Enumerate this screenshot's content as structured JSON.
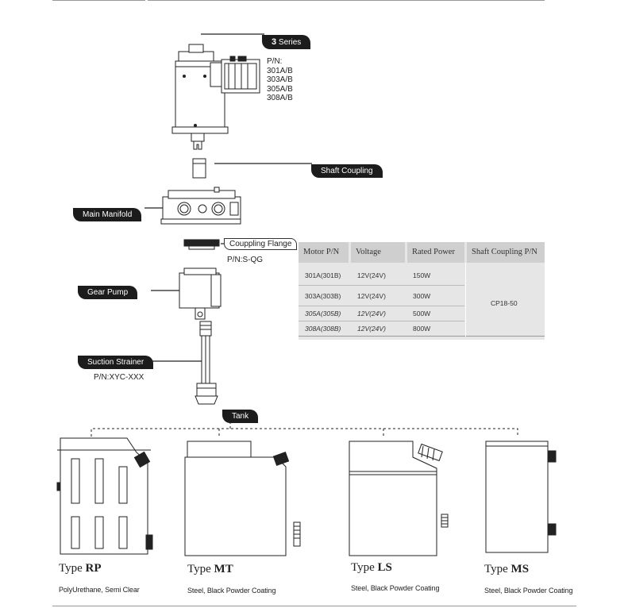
{
  "motor": {
    "series_label": "3",
    "series_suffix": "Series",
    "pn_heading": "P/N:",
    "pn_list": [
      "301A/B",
      "303A/B",
      "305A/B",
      "308A/B"
    ]
  },
  "callouts": {
    "shaft_coupling": "Shaft Coupling",
    "main_manifold": "Main Manifold",
    "coupling_flange": "Couppling Flange",
    "coupling_flange_pn": "P/N:S-QG",
    "gear_pump": "Gear Pump",
    "suction_strainer": "Suction Strainer",
    "suction_strainer_pn": "P/N:XYC-XXX",
    "tank": "Tank"
  },
  "spec_table": {
    "headers": [
      "Motor P/N",
      "Voltage",
      "Rated Power",
      "Shaft Coupling P/N"
    ],
    "rows": [
      {
        "motor": "301A(301B)",
        "voltage": "12V(24V)",
        "power": "150W",
        "italic": false
      },
      {
        "motor": "303A(303B)",
        "voltage": "12V(24V)",
        "power": "300W",
        "italic": false
      },
      {
        "motor": "305A(305B)",
        "voltage": "12V(24V)",
        "power": "500W",
        "italic": true
      },
      {
        "motor": "308A(308B)",
        "voltage": "12V(24V)",
        "power": "800W",
        "italic": true
      }
    ],
    "shaft_coupling_pn": "CP18-50"
  },
  "tanks": [
    {
      "prefix": "Type",
      "code": "RP",
      "material": "PolyUrethane, Semi Clear"
    },
    {
      "prefix": "Type",
      "code": "MT",
      "material": "Steel, Black Powder Coating"
    },
    {
      "prefix": "Type",
      "code": "LS",
      "material": "Steel, Black Powder Coating"
    },
    {
      "prefix": "Type",
      "code": "MS",
      "material": "Steel, Black Powder Coating"
    }
  ]
}
